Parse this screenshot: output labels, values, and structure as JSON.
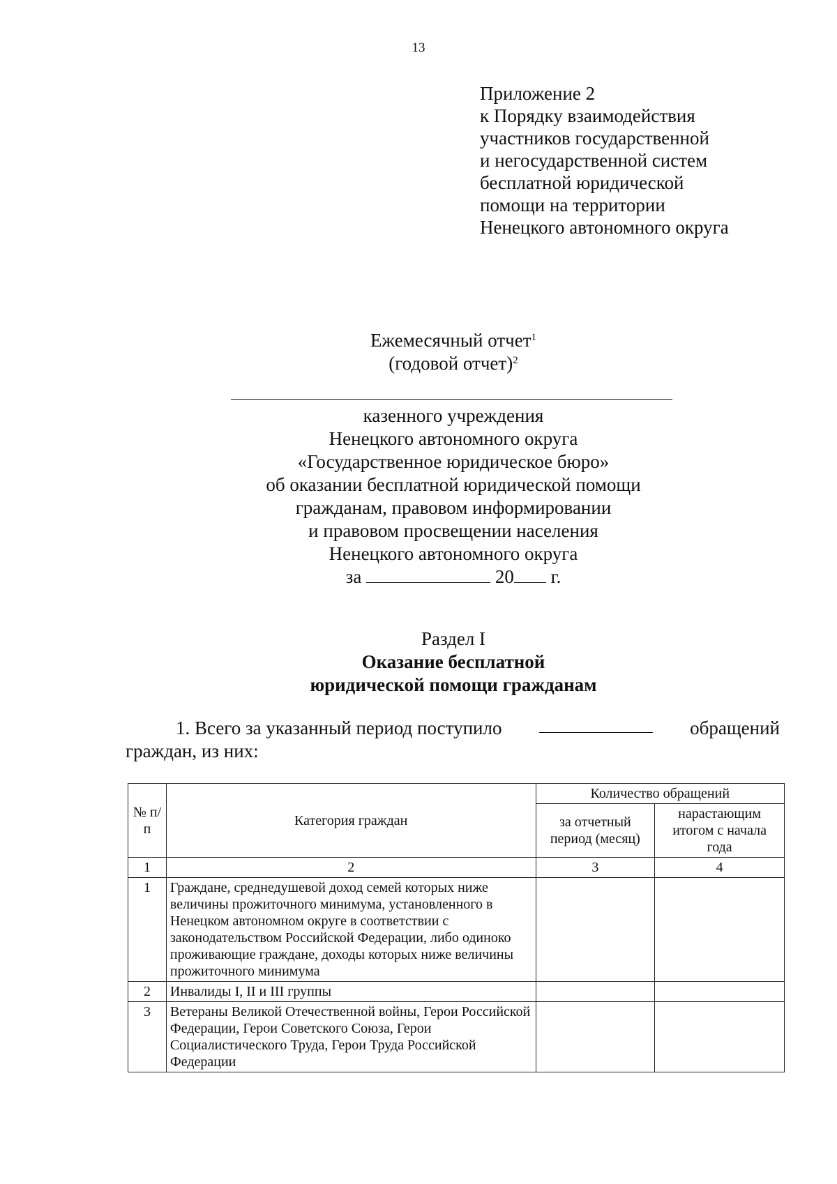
{
  "page_number": "13",
  "appendix": {
    "lines": [
      "Приложение 2",
      "к Порядку взаимодействия",
      "участников государственной",
      "и негосударственной систем",
      "бесплатной юридической",
      "помощи на территории",
      "Ненецкого автономного округа"
    ]
  },
  "report_title": {
    "line1": "Ежемесячный отчет",
    "line1_sup": "1",
    "line2": "(годовой отчет)",
    "line2_sup": "2"
  },
  "organization": {
    "lines": [
      "казенного учреждения",
      "Ненецкого автономного округа",
      "«Государственное юридическое бюро»",
      "об оказании бесплатной юридической помощи",
      "гражданам, правовом информировании",
      "и правовом просвещении населения",
      "Ненецкого автономного округа"
    ],
    "period_prefix": "за",
    "period_year": "20",
    "period_suffix": "г."
  },
  "section": {
    "label": "Раздел I",
    "title_line1": "Оказание бесплатной",
    "title_line2": "юридической помощи гражданам"
  },
  "paragraph1": {
    "part1": "1. Всего за указанный период поступило",
    "part2": "обращений",
    "part3": "граждан, из них:"
  },
  "table": {
    "col_num": "№ п/п",
    "col_category": "Категория граждан",
    "col_group": "Количество обращений",
    "col_month": "за отчетный период (месяц)",
    "col_cumulative": "нарастающим итогом с начала года",
    "col_indexes": [
      "1",
      "2",
      "3",
      "4"
    ],
    "rows": [
      {
        "num": "1",
        "category": "Граждане, среднедушевой доход семей которых ниже величины прожиточного минимума, установленного в Ненецком автономном округе в соответствии с законодательством Российской Федерации, либо одиноко проживающие граждане, доходы которых ниже величины прожиточного минимума",
        "month": "",
        "cumulative": ""
      },
      {
        "num": "2",
        "category": "Инвалиды I, II и III группы",
        "month": "",
        "cumulative": ""
      },
      {
        "num": "3",
        "category": "Ветераны Великой Отечественной войны, Герои Российской Федерации, Герои Советского Союза, Герои Социалистического Труда, Герои Труда Российской Федерации",
        "month": "",
        "cumulative": ""
      }
    ]
  }
}
